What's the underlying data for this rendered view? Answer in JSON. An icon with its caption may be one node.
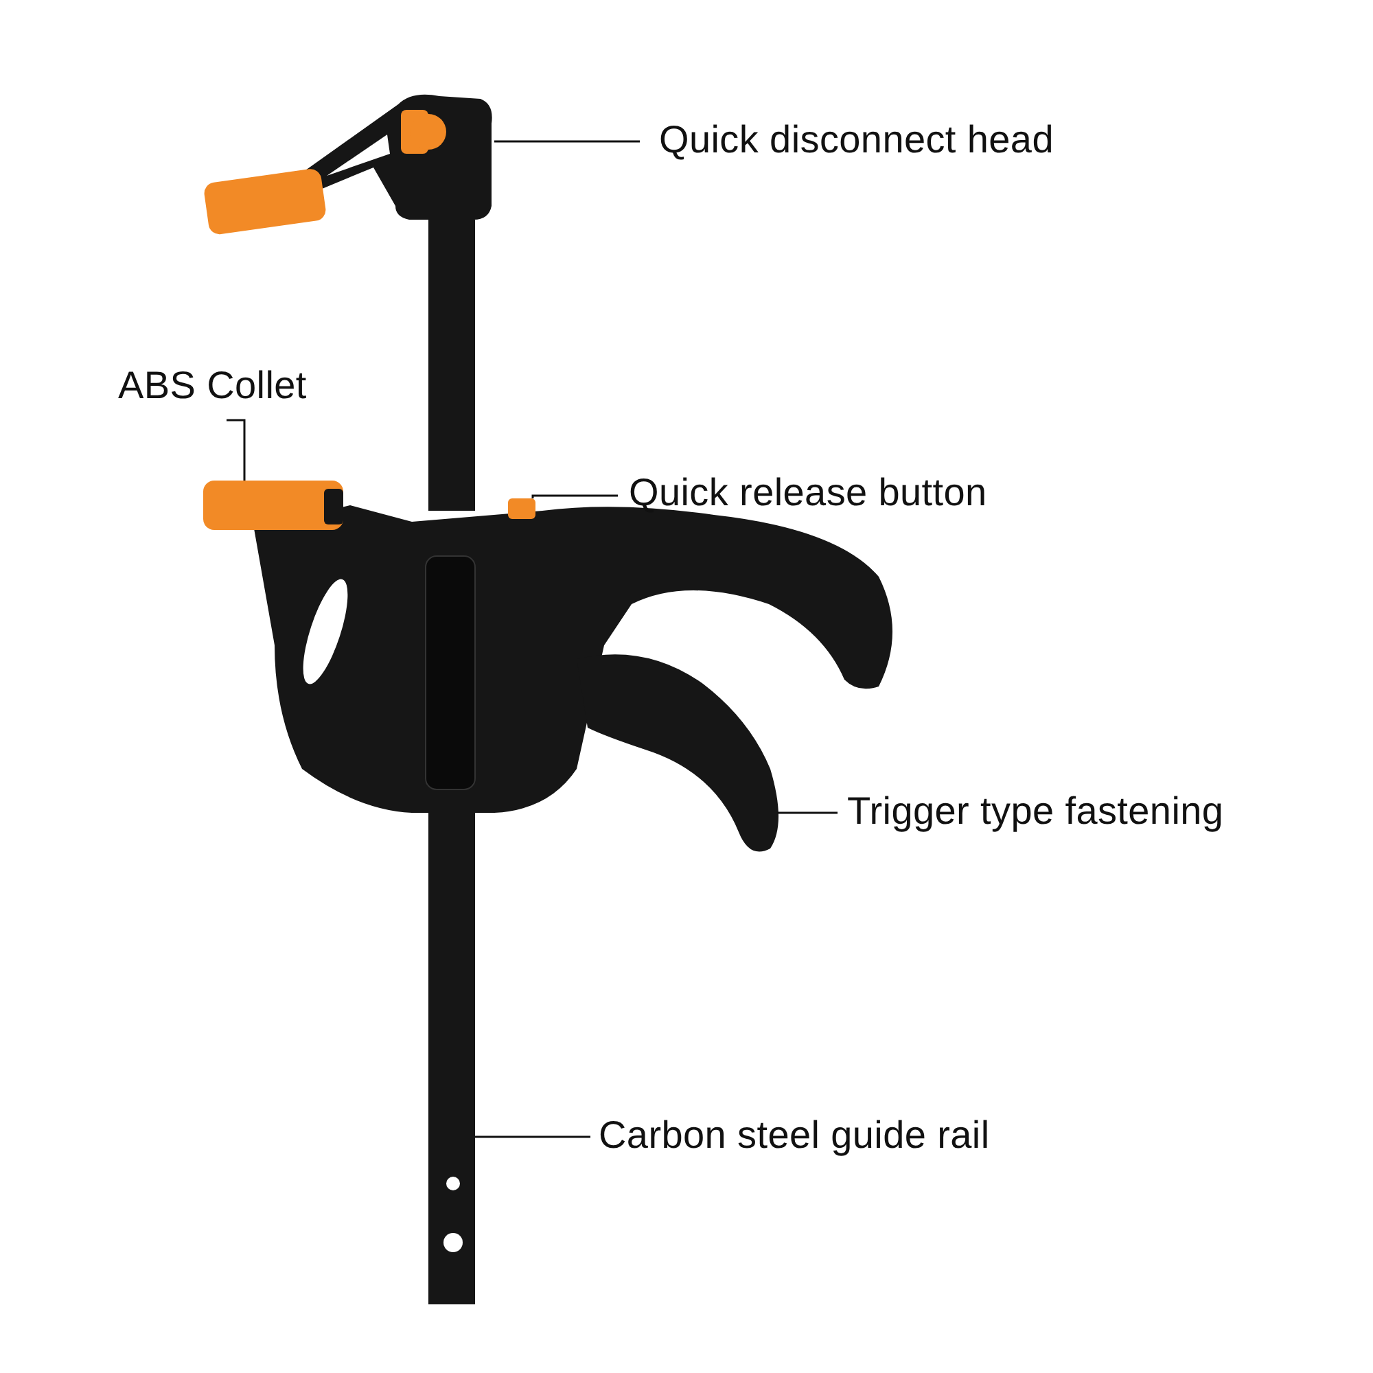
{
  "diagram": {
    "nodes": [
      {
        "text": [
          "Quick disconnect head"
        ]
      },
      {
        "text": [],
        "shape": "picture"
      },
      {
        "text": [
          "ABS Collet"
        ]
      },
      {
        "text": [],
        "shape": "picture"
      },
      {
        "text": [
          "Quick release button"
        ]
      },
      {
        "text": [],
        "shape": "box"
      },
      {
        "text": [
          "Trigger type fastening"
        ]
      },
      {
        "text": [],
        "shape": "picture"
      },
      {
        "text": [
          "Carbon steel guide rail"
        ]
      },
      {
        "text": [],
        "shape": "bar"
      }
    ],
    "edges": [
      {
        "from": 0,
        "to": 1,
        "arrow": "none"
      },
      {
        "from": 2,
        "to": 3,
        "arrow": "none"
      },
      {
        "from": 4,
        "to": 5,
        "arrow": "none"
      },
      {
        "from": 6,
        "to": 7,
        "arrow": "none"
      },
      {
        "from": 8,
        "to": 9,
        "arrow": "none"
      }
    ]
  }
}
